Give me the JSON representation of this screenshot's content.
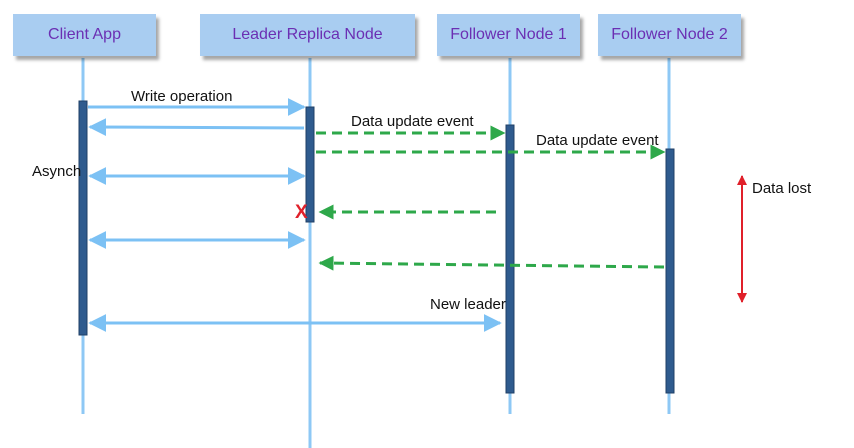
{
  "participants": {
    "client": "Client App",
    "leader": "Leader Replica Node",
    "follower1": "Follower Node 1",
    "follower2": "Follower Node 2"
  },
  "messages": {
    "write_operation": "Write operation",
    "data_update_event_1": "Data update event",
    "data_update_event_2": "Data update event",
    "async": "Asynch",
    "new_leader": "New leader"
  },
  "annotations": {
    "data_lost": "Data lost",
    "failure_marker": "X"
  },
  "colors": {
    "participant_fill": "#a9cdf1",
    "participant_text": "#6b2fb3",
    "lifeline": "#8ec8f5",
    "activation": "#2f5b8e",
    "sync_arrow": "#7cc1f4",
    "async_arrow": "#2ea84a",
    "data_lost_arrow": "#e0202a"
  }
}
